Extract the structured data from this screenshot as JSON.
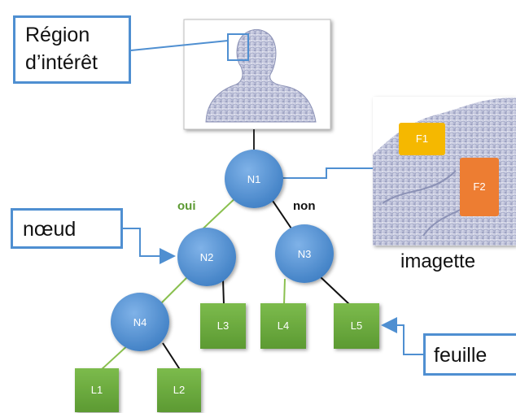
{
  "callouts": {
    "region_line1": "Région",
    "region_line2": "d’intérêt",
    "node": "nœud",
    "leaf": "feuille"
  },
  "patch_caption": "imagette",
  "branches": {
    "yes": "oui",
    "no": "non"
  },
  "colors": {
    "node_fill": "#4f8fd1",
    "leaf_fill": "#6aaa3c",
    "callout_border": "#4f8fd1",
    "yes_edge": "#8ac04f",
    "no_edge": "#111111",
    "feature_1": "#f5b800",
    "feature_2": "#ed7d31"
  },
  "tree": {
    "nodes": [
      "N1",
      "N2",
      "N3",
      "N4"
    ],
    "leaves": [
      "L1",
      "L2",
      "L3",
      "L4",
      "L5"
    ],
    "features": [
      "F1",
      "F2"
    ]
  }
}
